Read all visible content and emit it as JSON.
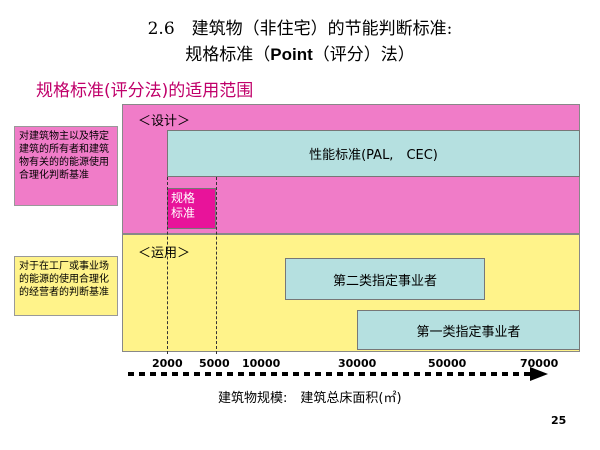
{
  "header": {
    "title_line1": "2.6　建筑物（非住宅）的节能判断标准:",
    "title_line2_pre": "规格标准（",
    "title_line2_bold": "Point",
    "title_line2_post": "（评分）法）",
    "subtitle": "规格标准(评分法)的适用范围"
  },
  "side_notes": {
    "design": "对建筑物主以及特定建筑的所有者和建筑物有关的的能源使用合理化判断基准",
    "operation": "对于在工厂或事业场的能源的使用合理化的经营者的判断基准"
  },
  "sections": {
    "design_label": "＜设计＞",
    "operation_label": "＜运用＞"
  },
  "boxes": {
    "performance": "性能标准(PAL,　CEC)",
    "spec_line1": "规格",
    "spec_line2": "标准",
    "class2": "第二类指定事业者",
    "class1": "第一类指定事业者"
  },
  "axis": {
    "ticks": [
      "2000",
      "5000",
      "10000",
      "30000",
      "50000",
      "70000"
    ],
    "label": "建筑物规模:　建筑总床面积(㎡)"
  },
  "footer": {
    "page_number": "25"
  },
  "colors": {
    "pink_band": "#f07cc8",
    "yellow_band": "#fff38a",
    "blue_box": "#b5e0e0",
    "magenta_box": "#e8139a",
    "subtitle": "#c0006a"
  }
}
